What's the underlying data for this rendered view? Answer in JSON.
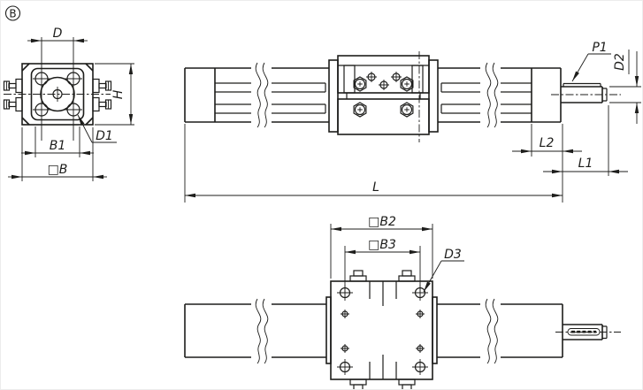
{
  "colors": {
    "line": "#1d1d1b",
    "background": "#ffffff"
  },
  "view_marker": {
    "label": "B"
  },
  "end_view": {
    "dim_d": "D",
    "dim_h": "H",
    "dim_b1": "B1",
    "dim_b": "□B",
    "label_d1": "D1"
  },
  "side_view": {
    "label_p1": "P1",
    "dim_d2": "D2",
    "dim_l2": "L2",
    "dim_l1": "L1",
    "dim_l": "L"
  },
  "top_view": {
    "dim_b2": "□B2",
    "dim_b3": "□B3",
    "label_d3": "D3"
  }
}
